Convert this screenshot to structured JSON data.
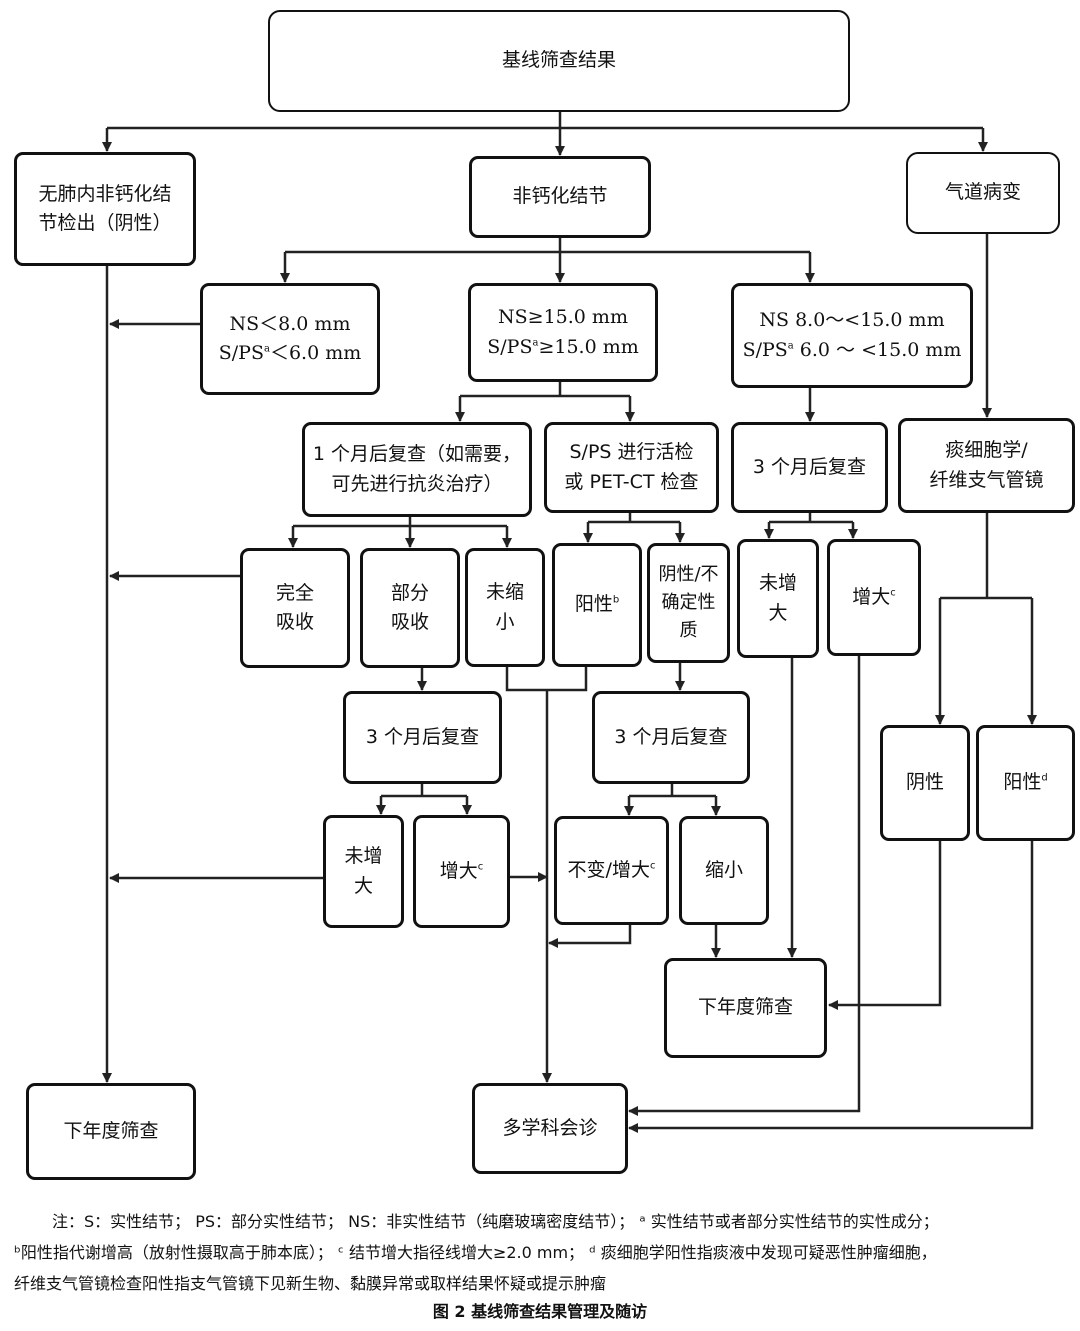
{
  "nodes": {
    "baseline": "基线筛查结果",
    "no_nodule_1": "无肺内非钙化结",
    "no_nodule_2": "节检出（阴性）",
    "noncalc": "非钙化结节",
    "airway": "气道病变",
    "small_1": "NS＜8.0 mm",
    "small_2_pre": "S/PS",
    "small_2_sup": "a",
    "small_2_post": "＜6.0 mm",
    "large_1": "NS≥15.0 mm",
    "large_2_pre": "S/PS",
    "large_2_sup": "a",
    "large_2_post": "≥15.0 mm",
    "mid_1": "NS 8.0～<15.0 mm",
    "mid_2_pre": "S/PS",
    "mid_2_sup": "a",
    "mid_2_post": " 6.0 ～ <15.0 mm",
    "recheck1m_1": "1 个月后复查（如需要，",
    "recheck1m_2": "可先进行抗炎治疗）",
    "biopsy_1": "S/PS 进行活检",
    "biopsy_2": "或 PET-CT 检查",
    "recheck3m_right": "3 个月后复查",
    "sputum_1": "痰细胞学/",
    "sputum_2": "纤维支气管镜",
    "full_1": "完全",
    "full_2": "吸收",
    "partial_1": "部分",
    "partial_2": "吸收",
    "notshrunk_1": "未缩",
    "notshrunk_2": "小",
    "positive_b": "阳性",
    "positive_b_sup": "b",
    "neg_uncertain_1": "阴性/不",
    "neg_uncertain_2": "确定性",
    "neg_uncertain_3": "质",
    "notincr_r_1": "未增",
    "notincr_r_2": "大",
    "incr_r": "增大",
    "incr_r_sup": "c",
    "recheck3m_left": "3 个月后复查",
    "recheck3m_mid": "3 个月后复查",
    "airway_neg": "阴性",
    "airway_pos": "阳性",
    "airway_pos_sup": "d",
    "notincr_l_1": "未增",
    "notincr_l_2": "大",
    "incr_l": "增大",
    "incr_l_sup": "c",
    "unchanged_incr": "不变/增大",
    "unchanged_incr_sup": "c",
    "shrunk": "缩小",
    "next_year_mid": "下年度筛查",
    "next_year_left": "下年度筛查",
    "mdt": "多学科会诊"
  },
  "footnote": {
    "line1": "注：S：实性结节； PS：部分实性结节； NS：非实性结节（纯磨玻璃密度结节）； ᵃ 实性结节或者部分实性结节的实性成分；",
    "line2": "ᵇ阳性指代谢增高（放射性摄取高于肺本底）； ᶜ 结节增大指径线增大≥2.0 mm； ᵈ 痰细胞学阳性指痰液中发现可疑恶性肿瘤细胞，",
    "line3": "纤维支气管镜检查阳性指支气管镜下见新生物、黏膜异常或取样结果怀疑或提示肿瘤"
  },
  "caption": "图 2    基线筛查结果管理及随访"
}
